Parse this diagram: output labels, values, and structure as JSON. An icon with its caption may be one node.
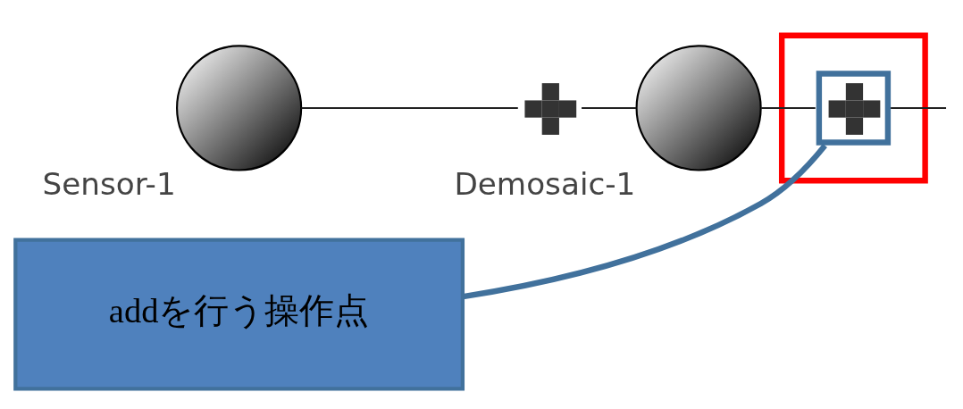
{
  "diagram": {
    "nodes": [
      {
        "text": [
          "Sensor-1"
        ]
      },
      {
        "text": [],
        "shape": "plus"
      },
      {
        "text": [
          "Demosaic-1"
        ]
      },
      {
        "text": [],
        "shape": "box"
      },
      {
        "text": [],
        "shape": "plus",
        "in": 3
      },
      {
        "text": [
          "addを行う操作点"
        ]
      }
    ],
    "edges": [
      {
        "from": 0,
        "to": 1,
        "arrow": "none"
      },
      {
        "from": 1,
        "to": 2,
        "arrow": "none"
      },
      {
        "from": 2,
        "to": 4,
        "arrow": "none"
      },
      {
        "from": 4,
        "to": null,
        "arrow": "none"
      },
      {
        "from": 5,
        "to": 4,
        "arrow": "none",
        "color": "#41719c",
        "style": "thick"
      }
    ]
  }
}
